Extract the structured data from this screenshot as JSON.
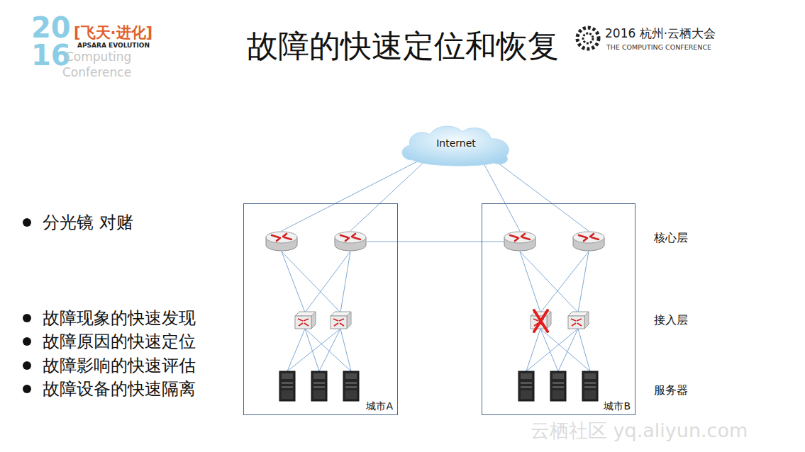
{
  "diagram": {
    "title": "故障的快速定位和恢复",
    "nodes": [
      {
        "text": [
          "Internet"
        ]
      },
      {
        "text": [
          "城市A"
        ]
      },
      {
        "text": [
          "城市B"
        ]
      }
    ],
    "labels": [
      "2016",
      "[飞天·进化]",
      "APSARA EVOLUTION",
      "Computing",
      "Conference",
      "2016 杭州·云栖大会",
      "THE COMPUTING CONFERENCE",
      "分光镜 对赌",
      "故障现象的快速发现",
      "故障原因的快速定位",
      "故障影响的快速评估",
      "故障设备的快速隔离",
      "核心层",
      "接入层",
      "服务器",
      "云栖社区 yq.aliyun.com"
    ]
  }
}
